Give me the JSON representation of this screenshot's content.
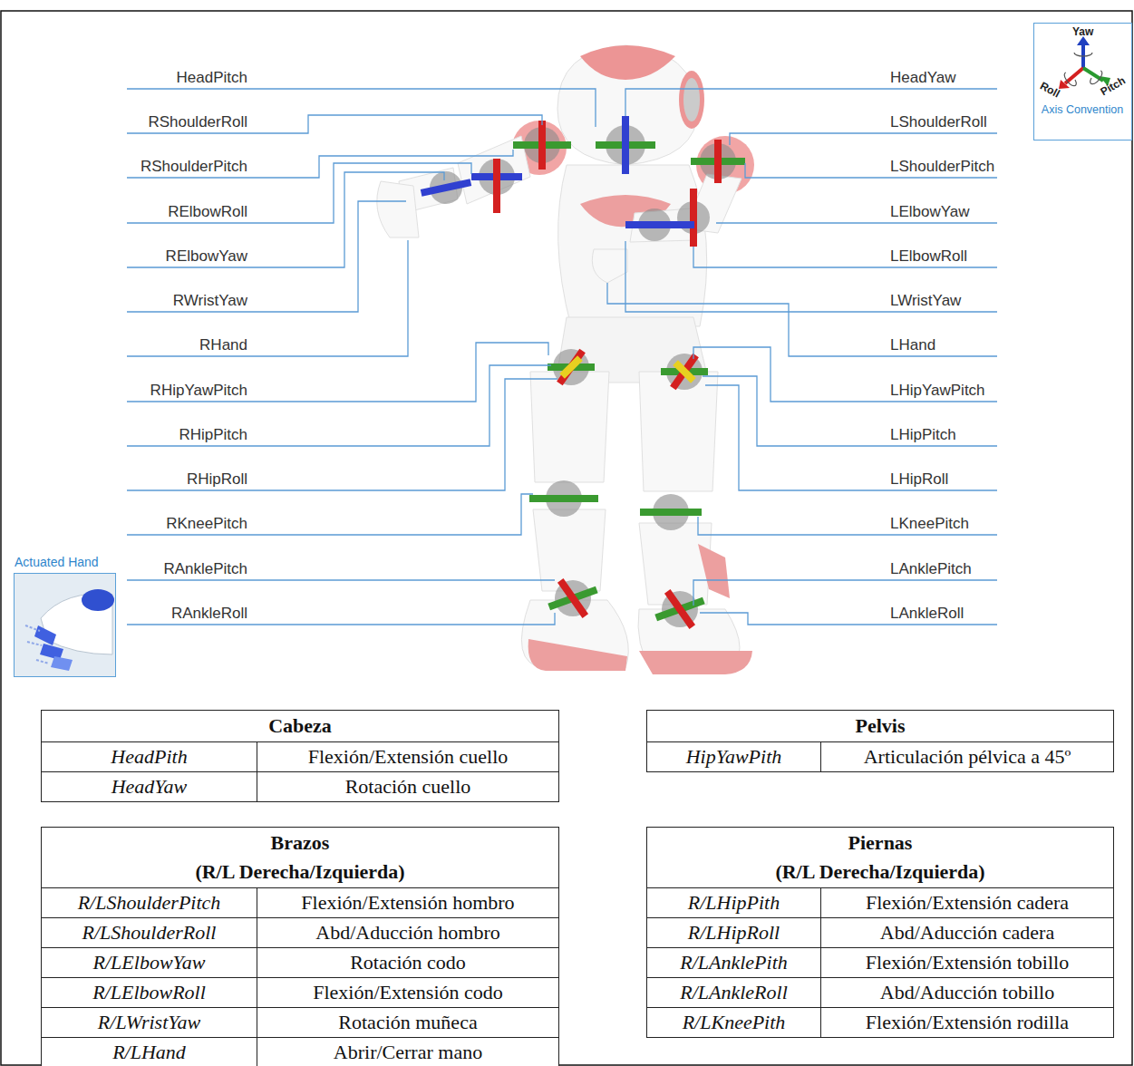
{
  "diagram": {
    "nodes": [
      {
        "text": [
          "Yaw",
          "Roll",
          "Pitch",
          "Axis Convention"
        ]
      },
      {
        "text": [
          "Actuated Hand"
        ]
      },
      {
        "text": [
          "Cabeza",
          "HeadPith",
          "Flexión/Extensión cuello",
          "HeadYaw",
          "Rotación cuello"
        ]
      },
      {
        "text": [
          "Pelvis",
          "HipYawPith",
          "Articulación pélvica a 45º"
        ]
      },
      {
        "text": [
          "Brazos",
          "(R/L Derecha/Izquierda)",
          "R/LShoulderPitch",
          "Flexión/Extensión hombro",
          "R/LShoulderRoll",
          "Abd/Aducción hombro",
          "R/LElbowYaw",
          "Rotación codo",
          "R/LElbowRoll",
          "Flexión/Extensión codo",
          "R/LWristYaw",
          "Rotación muñeca",
          "R/LHand",
          "Abrir/Cerrar mano"
        ]
      },
      {
        "text": [
          "Piernas",
          "(R/L Derecha/Izquierda)",
          "R/LHipPith",
          "Flexión/Extensión cadera",
          "R/LHipRoll",
          "Abd/Aducción cadera",
          "R/LAnklePith",
          "Flexión/Extensión tobillo",
          "R/LAnkleRoll",
          "Abd/Aducción tobillo",
          "R/LKneePith",
          "Flexión/Extensión rodilla"
        ]
      }
    ],
    "labels": [
      "HeadPitch",
      "HeadYaw",
      "RShoulderRoll",
      "LShoulderRoll",
      "RShoulderPitch",
      "LShoulderPitch",
      "RElbowRoll",
      "LElbowYaw",
      "RElbowYaw",
      "LElbowRoll",
      "RWristYaw",
      "LWristYaw",
      "RHand",
      "LHand",
      "RHipYawPitch",
      "LHipYawPitch",
      "RHipPitch",
      "LHipPitch",
      "RHipRoll",
      "LHipRoll",
      "RKneePitch",
      "LKneePitch",
      "RAnklePitch",
      "LAnklePitch",
      "RAnkleRoll",
      "LAnkleRoll"
    ]
  }
}
